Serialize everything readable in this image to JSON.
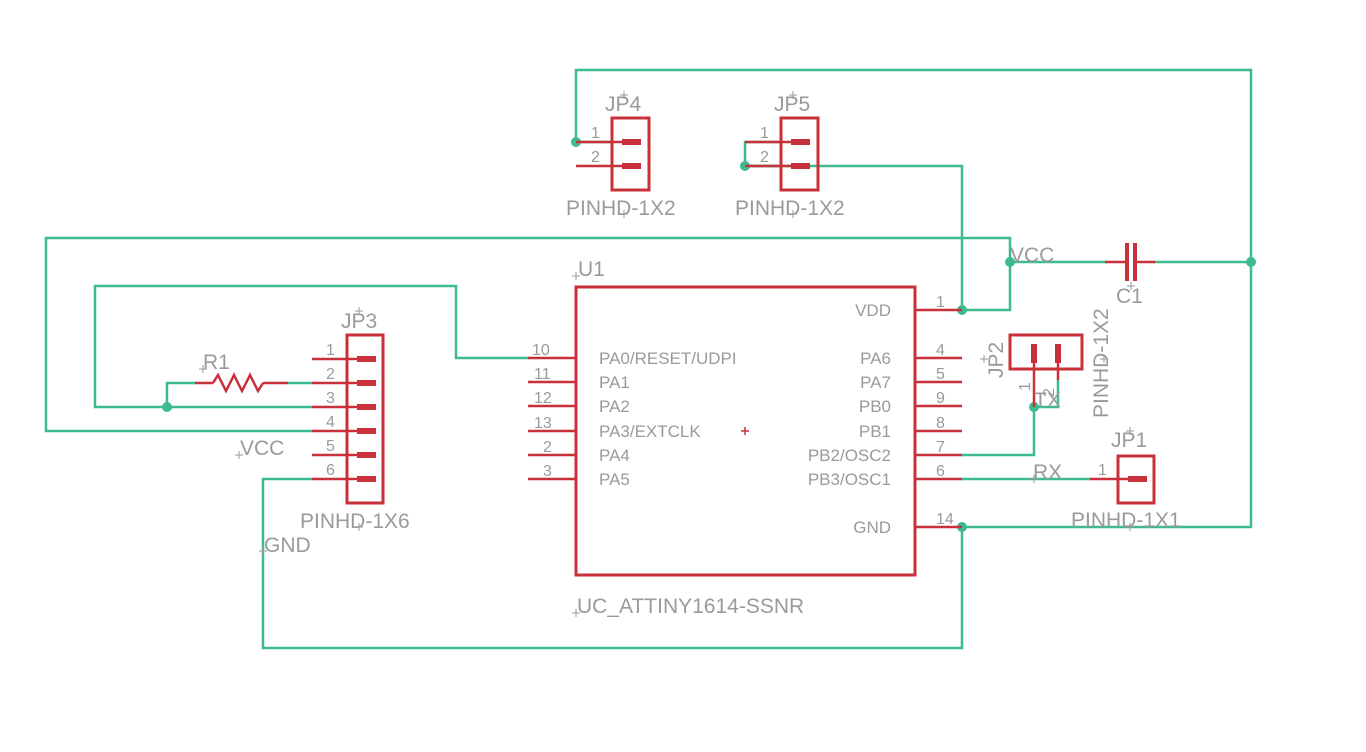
{
  "colors": {
    "wire": "#3dba8e",
    "part": "#c8303a",
    "text": "#9a9a9a",
    "background": "#ffffff"
  },
  "u1": {
    "ref": "U1",
    "value": "UC_ATTINY1614-SSNR",
    "left_pins": [
      {
        "num": "10",
        "name": "PA0/RESET/UDPI"
      },
      {
        "num": "11",
        "name": "PA1"
      },
      {
        "num": "12",
        "name": "PA2"
      },
      {
        "num": "13",
        "name": "PA3/EXTCLK"
      },
      {
        "num": "2",
        "name": "PA4"
      },
      {
        "num": "3",
        "name": "PA5"
      }
    ],
    "right_pins": [
      {
        "num": "1",
        "name": "VDD"
      },
      {
        "num": "4",
        "name": "PA6"
      },
      {
        "num": "5",
        "name": "PA7"
      },
      {
        "num": "9",
        "name": "PB0"
      },
      {
        "num": "8",
        "name": "PB1"
      },
      {
        "num": "7",
        "name": "PB2/OSC2"
      },
      {
        "num": "6",
        "name": "PB3/OSC1"
      },
      {
        "num": "14",
        "name": "GND"
      }
    ]
  },
  "jp3": {
    "ref": "JP3",
    "value": "PINHD-1X6",
    "pins": [
      "1",
      "2",
      "3",
      "4",
      "5",
      "6"
    ]
  },
  "jp4": {
    "ref": "JP4",
    "value": "PINHD-1X2",
    "pins": [
      "1",
      "2"
    ]
  },
  "jp5": {
    "ref": "JP5",
    "value": "PINHD-1X2",
    "pins": [
      "1",
      "2"
    ]
  },
  "jp2": {
    "ref": "JP2",
    "value": "PINHD-1X2",
    "pins": [
      "1",
      "2"
    ]
  },
  "jp1": {
    "ref": "JP1",
    "value": "PINHD-1X1",
    "pins": [
      "1"
    ]
  },
  "r1": {
    "ref": "R1"
  },
  "c1": {
    "ref": "C1"
  },
  "nets": {
    "vcc_left": "VCC",
    "vcc_right": "VCC",
    "gnd": "GND",
    "tx": "TX",
    "rx": "RX"
  }
}
